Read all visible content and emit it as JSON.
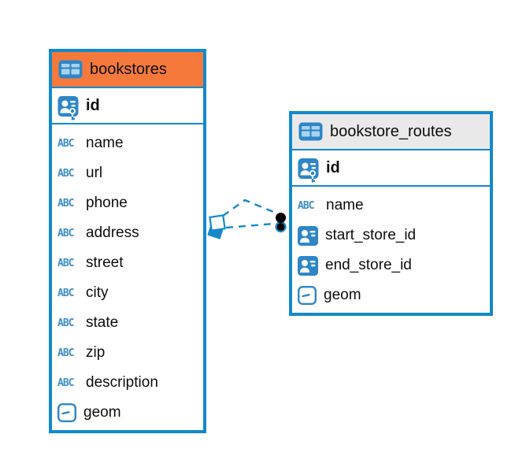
{
  "colors": {
    "accent_blue": "#1389cb",
    "header_orange": "#f5793b",
    "header_gray": "#e9e9e9",
    "icon_blue": "#2e86c8",
    "icon_cell_blue": "#a9d3ed",
    "text_icon_blue": "#3d8ec9",
    "text_color": "#0d0d0d",
    "connector_dot": "#000000"
  },
  "icons": {
    "text_icon_glyph": "ABC"
  },
  "tables": [
    {
      "name": "bookstores",
      "header_variant": "orange",
      "icon": "table-icon",
      "primary_key": {
        "label": "id",
        "icon": "primary-key-icon"
      },
      "fields": [
        {
          "label": "name",
          "icon": "text-icon"
        },
        {
          "label": "url",
          "icon": "text-icon"
        },
        {
          "label": "phone",
          "icon": "text-icon"
        },
        {
          "label": "address",
          "icon": "text-icon"
        },
        {
          "label": "street",
          "icon": "text-icon"
        },
        {
          "label": "city",
          "icon": "text-icon"
        },
        {
          "label": "state",
          "icon": "text-icon"
        },
        {
          "label": "zip",
          "icon": "text-icon"
        },
        {
          "label": "description",
          "icon": "text-icon"
        },
        {
          "label": "geom",
          "icon": "geometry-icon"
        }
      ]
    },
    {
      "name": "bookstore_routes",
      "header_variant": "gray",
      "icon": "table-icon",
      "primary_key": {
        "label": "id",
        "icon": "primary-key-icon"
      },
      "fields": [
        {
          "label": "name",
          "icon": "text-icon"
        },
        {
          "label": "start_store_id",
          "icon": "reference-icon"
        },
        {
          "label": "end_store_id",
          "icon": "reference-icon"
        },
        {
          "label": "geom",
          "icon": "geometry-icon"
        }
      ]
    }
  ],
  "relationships": [
    {
      "from_table": "bookstores",
      "to_table": "bookstore_routes",
      "line_style": "dashed",
      "line_count": 2
    }
  ]
}
